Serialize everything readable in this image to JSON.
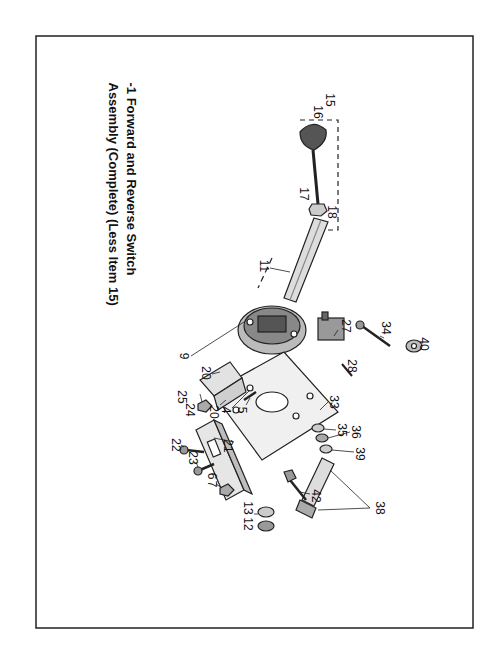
{
  "diagram": {
    "title": "-1 Forward and Reverse Switch Assembly (Complete) (Less Item 15)",
    "labels": [
      "16",
      "15",
      "17",
      "18",
      "11",
      "9",
      "20",
      "24",
      "25",
      "20",
      "4",
      "21",
      "5",
      "22",
      "23",
      "7",
      "6",
      "13",
      "12",
      "27",
      "34",
      "40",
      "28",
      "33",
      "35",
      "36",
      "39",
      "42",
      "38"
    ]
  }
}
